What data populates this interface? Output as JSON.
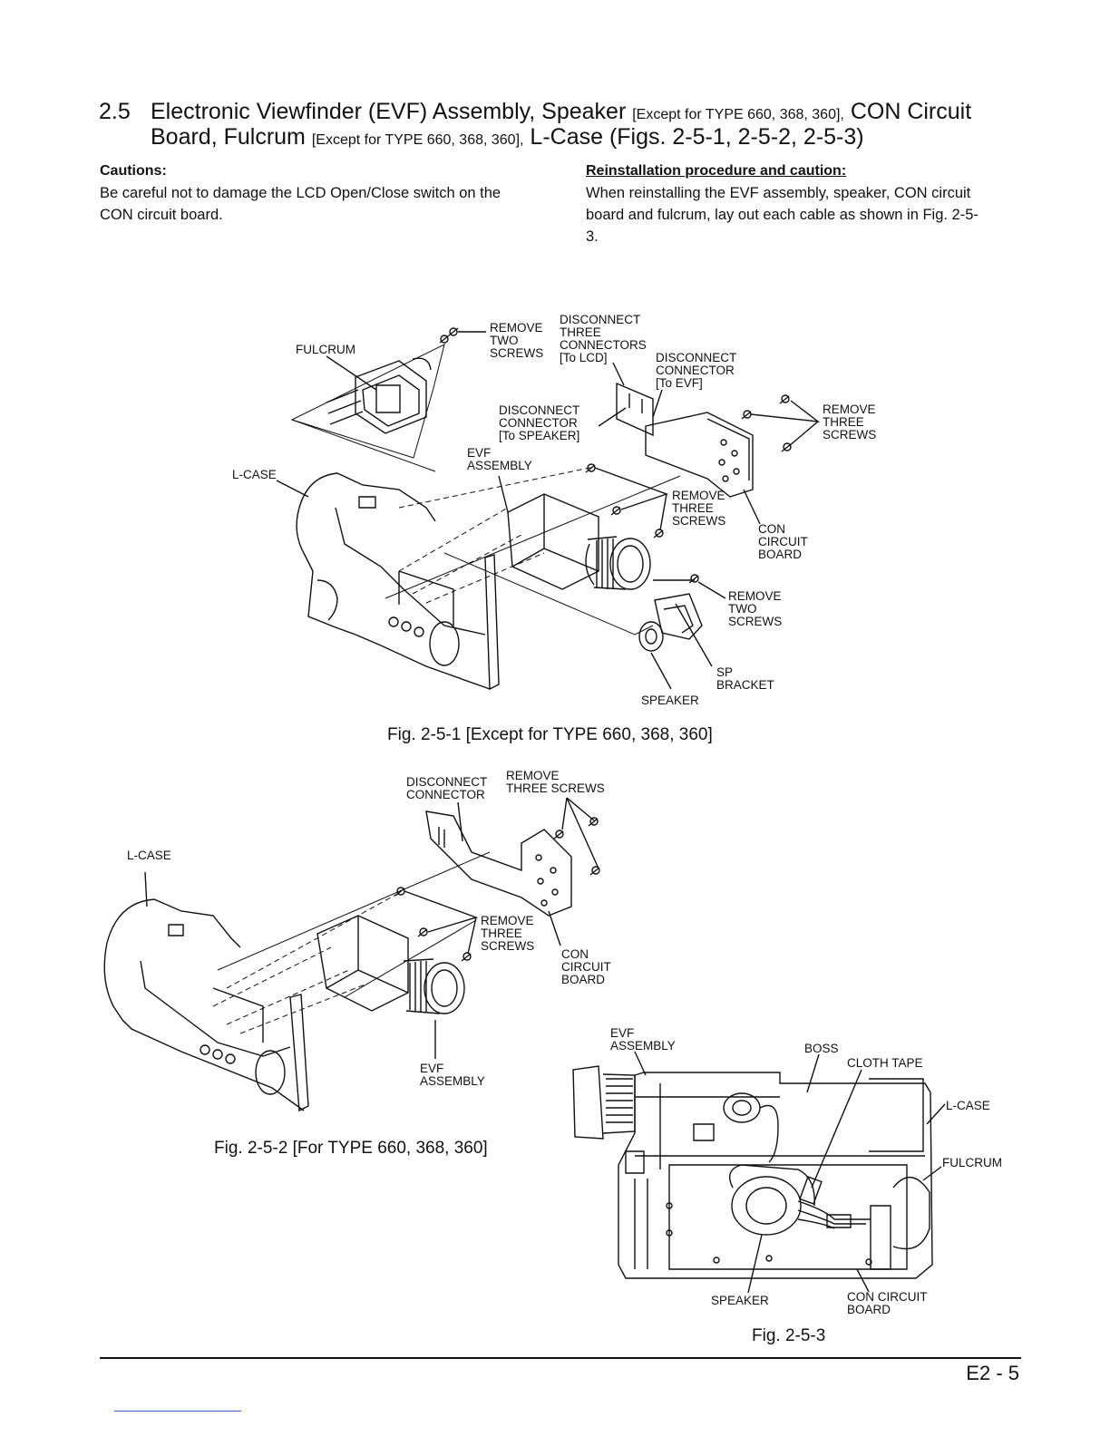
{
  "section": {
    "number": "2.5",
    "title_line1_main": "Electronic Viewfinder (EVF) Assembly, Speaker",
    "title_line1_note": "[Except for TYPE 660, 368, 360],",
    "title_line1_tail": "CON Circuit",
    "title_line2_main": "Board, Fulcrum",
    "title_line2_note": "[Except for TYPE 660, 368, 360],",
    "title_line2_tail": "L-Case (Figs. 2-5-1, 2-5-2, 2-5-3)"
  },
  "cautions": {
    "heading": "Cautions:",
    "text": "Be careful not to damage the LCD Open/Close switch on the CON circuit board."
  },
  "reinstallation": {
    "heading": "Reinstallation procedure and caution:",
    "text": "When reinstalling the EVF assembly, speaker, CON circuit board and fulcrum, lay out each cable as shown in Fig. 2-5-3."
  },
  "fig1": {
    "caption": "Fig. 2-5-1   [Except for TYPE 660, 368, 360]",
    "labels": {
      "fulcrum": "FULCRUM",
      "remove_two_screws_top": "REMOVE\nTWO\nSCREWS",
      "disconnect_three": "DISCONNECT\nTHREE\nCONNECTORS\n[To LCD]",
      "disconnect_evf": "DISCONNECT\nCONNECTOR\n[To EVF]",
      "disconnect_speaker": "DISCONNECT\nCONNECTOR\n[To SPEAKER]",
      "remove_three_right": "REMOVE\nTHREE\nSCREWS",
      "evf_assembly": "EVF\nASSEMBLY",
      "l_case": "L-CASE",
      "remove_three_mid": "REMOVE\nTHREE\nSCREWS",
      "con_board": "CON\nCIRCUIT\nBOARD",
      "remove_two_bottom": "REMOVE\nTWO\nSCREWS",
      "sp_bracket": "SP\nBRACKET",
      "speaker": "SPEAKER"
    }
  },
  "fig2": {
    "caption": "Fig. 2-5-2   [For TYPE 660, 368, 360]",
    "labels": {
      "disconnect": "DISCONNECT\nCONNECTOR",
      "remove_three_top": "REMOVE\nTHREE SCREWS",
      "l_case": "L-CASE",
      "remove_three_mid": "REMOVE\nTHREE\nSCREWS",
      "con_board": "CON\nCIRCUIT\nBOARD",
      "evf_assembly": "EVF\nASSEMBLY"
    }
  },
  "fig3": {
    "caption": "Fig. 2-5-3",
    "labels": {
      "evf_assembly": "EVF\nASSEMBLY",
      "boss": "BOSS",
      "cloth_tape": "CLOTH TAPE",
      "l_case": "L-CASE",
      "fulcrum": "FULCRUM",
      "speaker": "SPEAKER",
      "con_board": "CON CIRCUIT\nBOARD"
    }
  },
  "page_number": "E2 - 5"
}
